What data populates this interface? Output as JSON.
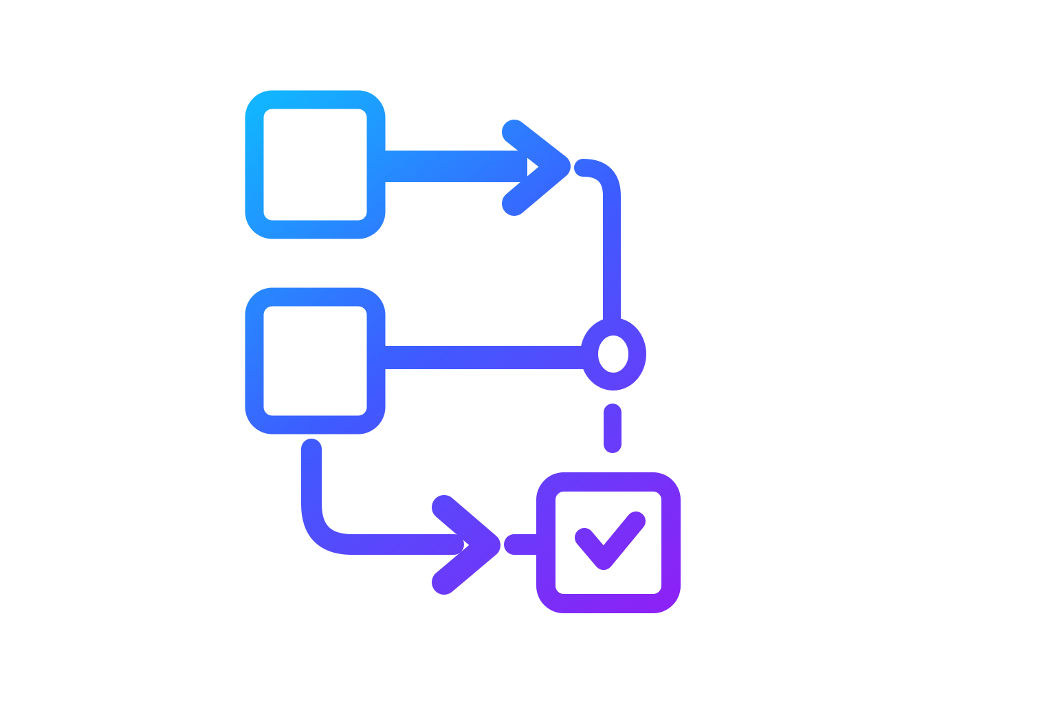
{
  "icon": {
    "name": "workflow-process-icon",
    "colors": {
      "gradient_start": "#12b4ff",
      "gradient_mid": "#3d5cff",
      "gradient_end": "#8b22f6",
      "background": "#ffffff"
    },
    "nodes": [
      {
        "id": "process-box-top",
        "shape": "rounded-square"
      },
      {
        "id": "process-box-middle",
        "shape": "rounded-square"
      },
      {
        "id": "merge-junction",
        "shape": "ring"
      },
      {
        "id": "completion-box",
        "shape": "rounded-square-with-check"
      }
    ],
    "connectors": [
      {
        "from": "process-box-top",
        "to": "merge-junction",
        "style": "solid-arrow"
      },
      {
        "from": "process-box-middle",
        "to": "merge-junction",
        "style": "solid"
      },
      {
        "from": "merge-junction",
        "to": "completion-box",
        "style": "dashed"
      },
      {
        "from": "process-box-middle",
        "to": "completion-box",
        "style": "solid-arrow"
      }
    ]
  }
}
